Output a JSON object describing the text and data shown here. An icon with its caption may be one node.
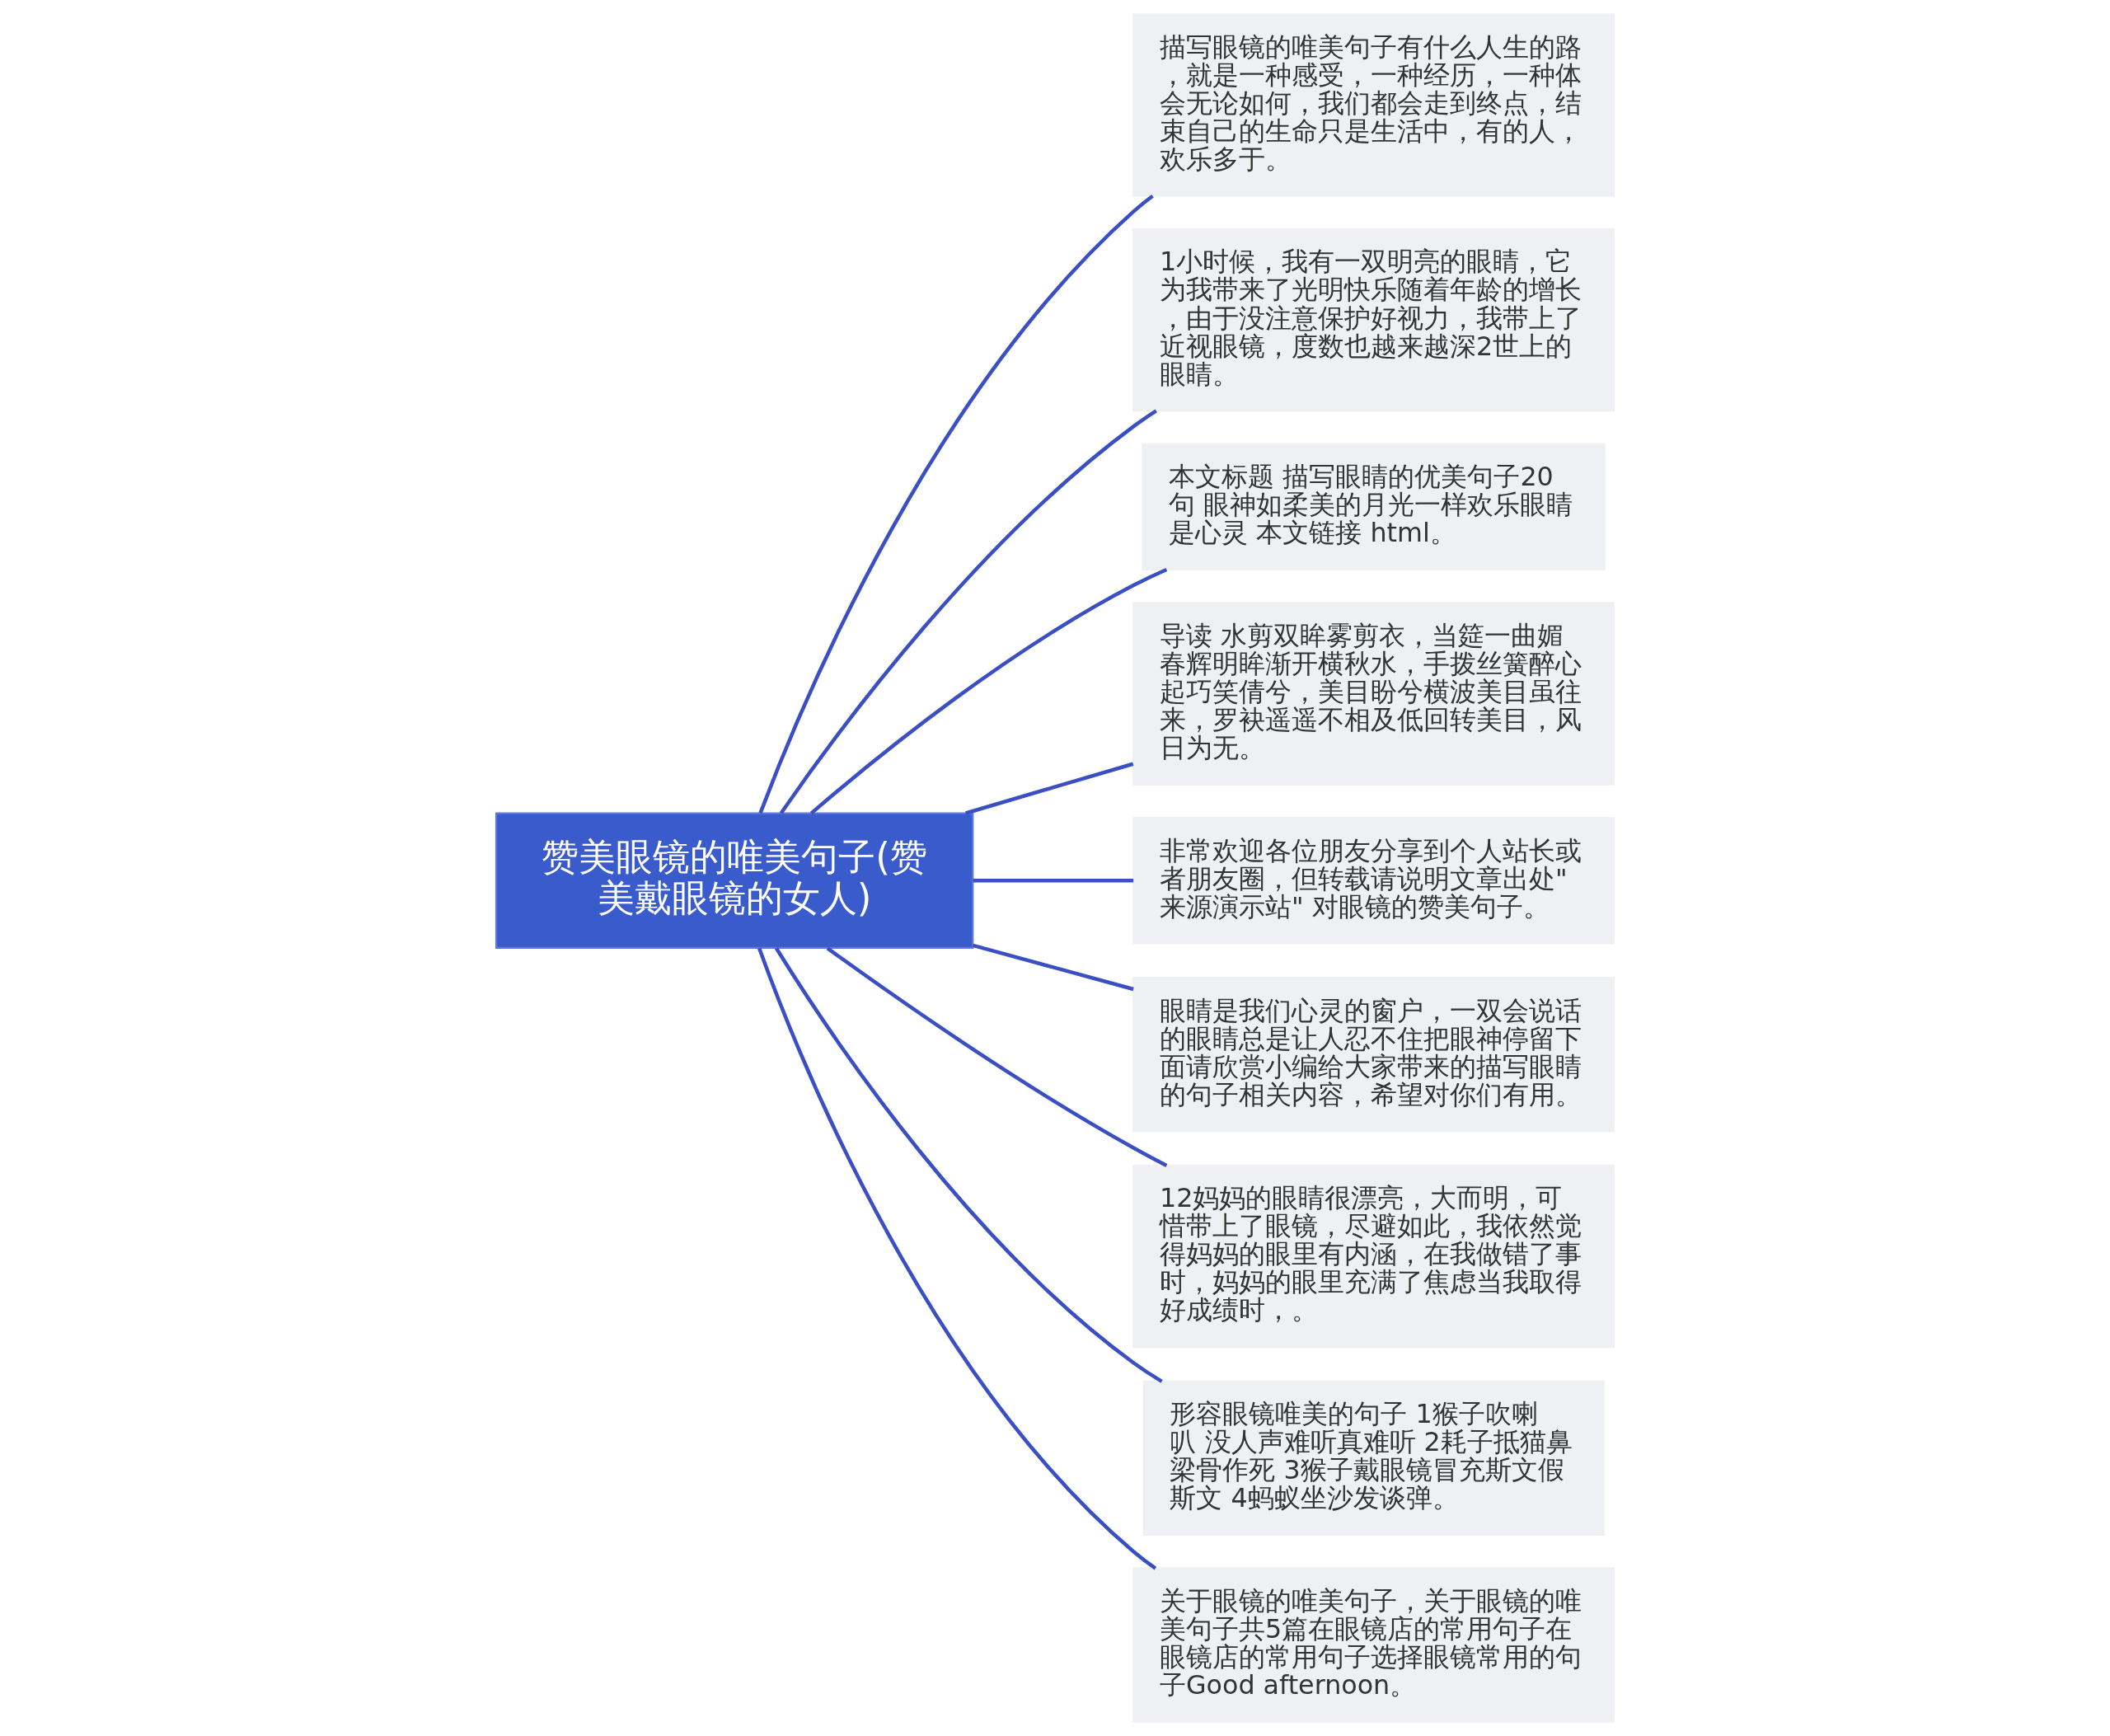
{
  "diagram": {
    "nodes": [
      {
        "text": [
          "赞美眼镜的唯美句子(赞美戴眼镜的女人)"
        ]
      },
      {
        "text": [
          "描写眼镜的唯美句子有什么人生的路，就是一种感受，一种经历，一种体会无论如何，我们都会走到终点，结束自己的生命只是生活中，有的人，欢乐多于。"
        ]
      },
      {
        "text": [
          "1小时候，我有一双明亮的眼睛，它为我带来了光明快乐随着年龄的增长，由于没注意保护好视力，我带上了近视眼镜，度数也越来越深2世上的眼睛。"
        ]
      },
      {
        "text": [
          "本文标题 描写眼睛的优美句子20句 眼神如柔美的月光一样欢乐眼睛是心灵 本文链接 html。"
        ]
      },
      {
        "text": [
          "导读 水剪双眸雾剪衣，当筵一曲媚春辉明眸渐开横秋水，手拨丝簧醉心起巧笑倩兮，美目盼兮横波美目虽往来，罗袂遥遥不相及低回转美目，风日为无。"
        ]
      },
      {
        "text": [
          "非常欢迎各位朋友分享到个人站长或者朋友圈，但转载请说明文章出处\"来源演示站\" 对眼镜的赞美句子。"
        ]
      },
      {
        "text": [
          "眼睛是我们心灵的窗户，一双会说话的眼睛总是让人忍不住把眼神停留下面请欣赏小编给大家带来的描写眼睛的句子相关内容，希望对你们有用。"
        ]
      },
      {
        "text": [
          "12妈妈的眼睛很漂亮，大而明，可惜带上了眼镜，尽避如此，我依然觉得妈妈的眼里有内涵，在我做错了事时，妈妈的眼里充满了焦虑当我取得好成绩时，。"
        ]
      },
      {
        "text": [
          "形容眼镜唯美的句子 1猴子吹喇叭 没人声难听真难听 2耗子抵猫鼻梁骨作死 3猴子戴眼镜冒充斯文假斯文 4蚂蚁坐沙发谈弹。"
        ]
      },
      {
        "text": [
          "关于眼镜的唯美句子，关于眼镜的唯美句子共5篇在眼镜店的常用句子在眼镜店的常用句子选择眼镜常用的句子Good afternoon。"
        ]
      }
    ],
    "edges": [
      {
        "from": 0,
        "to": 1,
        "arrow": "none"
      },
      {
        "from": 0,
        "to": 2,
        "arrow": "none"
      },
      {
        "from": 0,
        "to": 3,
        "arrow": "none"
      },
      {
        "from": 0,
        "to": 4,
        "arrow": "none"
      },
      {
        "from": 0,
        "to": 5,
        "arrow": "none"
      },
      {
        "from": 0,
        "to": 6,
        "arrow": "none"
      },
      {
        "from": 0,
        "to": 7,
        "arrow": "none"
      },
      {
        "from": 0,
        "to": 8,
        "arrow": "none"
      },
      {
        "from": 0,
        "to": 9,
        "arrow": "none"
      }
    ]
  }
}
